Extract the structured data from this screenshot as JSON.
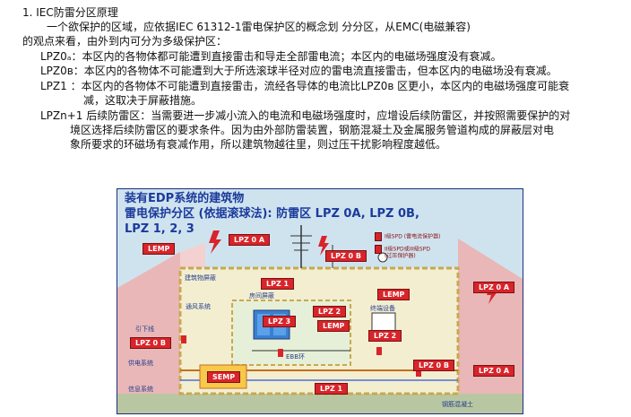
{
  "doc": {
    "heading": "1. IEC防雷分区原理",
    "lines": [
      "一个欲保护的区域，应依据IEC 61312-1雷电保护区的概念划 分分区，从EMC(电磁兼容)",
      "的观点来看，由外到内可分为多级保护区：",
      "LPZ0ₐ：本区内的各物体都可能遭到直接雷击和导走全部雷电流；本区内的电磁场强度没有衰减。",
      "LPZ0ʙ：本区内的各物体不可能遭到大于所选滚球半径对应的雷电流直接雷击，但本区内的电磁场没有衰减。",
      "LPZ1 ：本区内的各物体不可能遭到直接雷击，流经各导体的电流比LPZ0ʙ 区更小，本区内的电磁场强度可能衰",
      "减，这取决于屏蔽措施。",
      "LPZn+1 后续防雷区：当需要进一步减小流入的电流和电磁场强度时，应增设后续防雷区，并按照需要保护的对",
      "境区选择后续防雷区的要求条件。因为由外部防雷装置，钢筋混凝土及金属服务管道构成的屏蔽层对电",
      "象所要求的环磁场有衰减作用，所以建筑物越往里，则过压干扰影响程度越低。"
    ]
  },
  "figure": {
    "title_line1": "装有EDP系统的建筑物",
    "title_line2": "雷电保护分区 (依据滚球法): 防雷区 LPZ 0A, LPZ 0B,",
    "title_line3": "LPZ 1, 2, 3",
    "tags": {
      "lemp_left": "LEMP",
      "lpz0a_top": "LPZ 0 A",
      "lpz0b_top": "LPZ 0 B",
      "lpz1_top": "LPZ 1",
      "lpz2_mid": "LPZ 2",
      "lpz3": "LPZ 3",
      "lemp_mid": "LEMP",
      "lemp_right": "LEMP",
      "lpz2_right": "LPZ 2",
      "lpz0b_left": "LPZ 0 B",
      "lpz0b_bottom": "LPZ 0 B",
      "lpz0a_right": "LPZ 0 A",
      "lpz0a_right2": "LPZ 0 A",
      "lpz1_bottom": "LPZ 1",
      "semp": "SEMP"
    },
    "labels": {
      "building_shield": "建筑物屏蔽",
      "room_shield": "房间屏蔽",
      "ventilation": "通风系统",
      "terminal": "终端设备",
      "down_conductor": "引下线",
      "power_system": "供电系统",
      "info_system": "信息系统",
      "ebb_ring": "EBB环",
      "rebar_concrete": "钢筋混凝土"
    },
    "legend": {
      "item1": "I级SPD (雷电流保护器)",
      "item2": "II级SPD或III级SPD",
      "item2b": "(过压保护器)"
    },
    "colors": {
      "tag_red": "#d8242a",
      "title_blue": "#1b3a9c",
      "sky": "#cfe3ef",
      "roof_pink": "#e9b7b7",
      "ground": "#b8c7a1"
    }
  }
}
